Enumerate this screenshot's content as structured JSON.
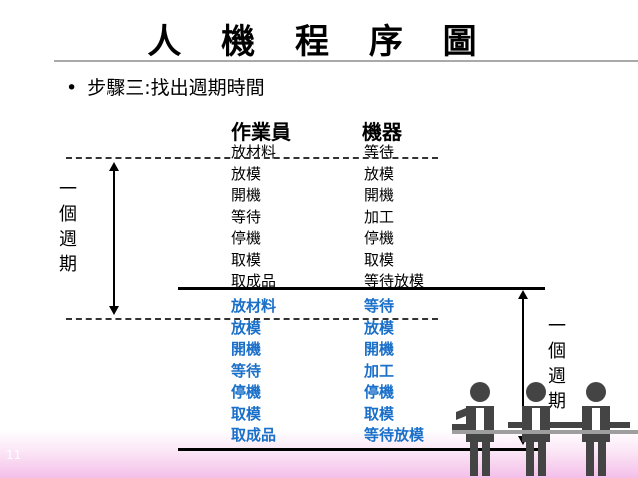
{
  "title": "人 機 程 序 圖",
  "bullet": {
    "symbol": "•",
    "text": "步驟三:找出週期時間"
  },
  "columns": {
    "operator_header": "作業員",
    "machine_header": "機器"
  },
  "cycle1": {
    "operator": [
      "放材料",
      "放模",
      "開機",
      "等待",
      "停機",
      "取模",
      "取成品"
    ],
    "machine": [
      "等待",
      "放模",
      "開機",
      "加工",
      "停機",
      "取模",
      "等待放模"
    ]
  },
  "cycle2": {
    "operator": [
      "放材料",
      "放模",
      "開機",
      "等待",
      "停機",
      "取模",
      "取成品"
    ],
    "machine": [
      "等待",
      "放模",
      "開機",
      "加工",
      "停機",
      "取模",
      "等待放模"
    ]
  },
  "cycle_label": [
    "一",
    "個",
    "週",
    "期"
  ],
  "slide_number": "11",
  "colors": {
    "accent_blue": "#1a6fc9",
    "footer_pink": "#f4bfe9"
  },
  "illustration": "people-working-icon"
}
